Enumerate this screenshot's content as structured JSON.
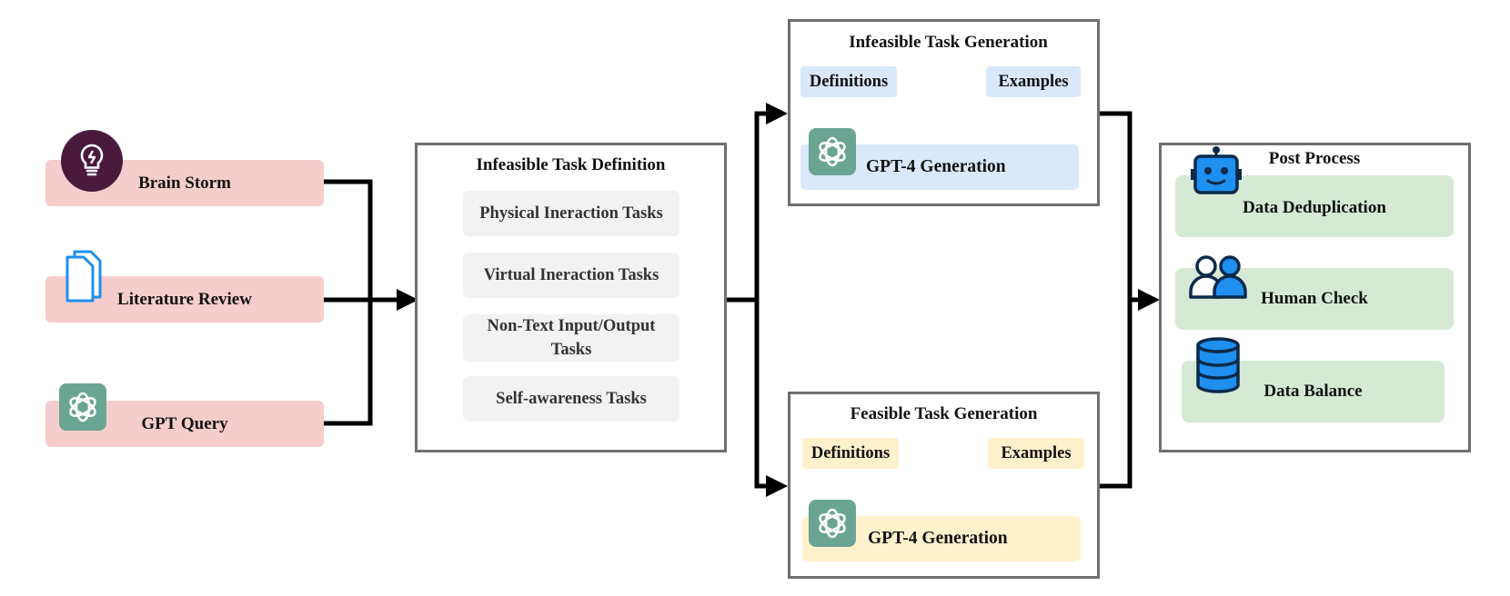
{
  "sources": [
    {
      "label": "Brain Storm",
      "icon": "lightbulb-icon"
    },
    {
      "label": "Literature Review",
      "icon": "documents-icon"
    },
    {
      "label": "GPT Query",
      "icon": "openai-icon"
    }
  ],
  "definition": {
    "title": "Infeasible Task Definition",
    "items": [
      "Physical Ineraction Tasks",
      "Virtual Ineraction Tasks",
      "Non-Text Input/Output Tasks",
      "Self-awareness Tasks"
    ]
  },
  "infeasible_gen": {
    "title": "Infeasible Task Generation",
    "definitions": "Definitions",
    "examples": "Examples",
    "gen_label": "GPT-4 Generation"
  },
  "feasible_gen": {
    "title": "Feasible Task Generation",
    "definitions": "Definitions",
    "examples": "Examples",
    "gen_label": "GPT-4 Generation"
  },
  "post": {
    "title": "Post Process",
    "items": [
      {
        "label": "Data Deduplication",
        "icon": "robot-icon"
      },
      {
        "label": "Human Check",
        "icon": "users-icon"
      },
      {
        "label": "Data Balance",
        "icon": "database-icon"
      }
    ]
  },
  "colors": {
    "source_fill": "#f5cdcc",
    "infeasible_fill": "#dae8fb",
    "feasible_fill": "#fff1cc",
    "post_fill": "#d6e9d5",
    "openai_green": "#6aa593",
    "brain_purple": "#4a1a3d",
    "icon_blue": "#1f8ff0",
    "icon_navy": "#0b2a4a"
  }
}
